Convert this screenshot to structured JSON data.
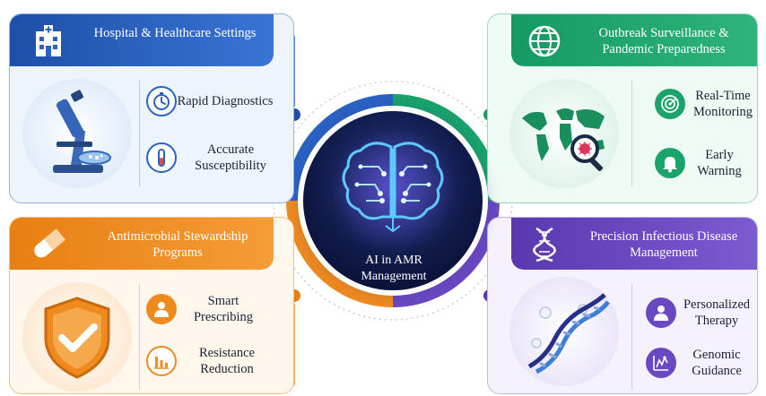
{
  "center": {
    "label": "AI in AMR Management"
  },
  "panels": [
    {
      "id": "hospital",
      "title": "Hospital & Healthcare Settings",
      "color": "#2a62c4",
      "items": [
        {
          "label": "Rapid Diagnostics",
          "icon": "stopwatch-icon"
        },
        {
          "label": "Accurate Susceptibility",
          "icon": "test-tube-icon"
        }
      ],
      "header_icon": "hospital-icon",
      "illustration": "microscope-icon"
    },
    {
      "id": "outbreak",
      "title": "Outbreak Surveillance & Pandemic Preparedness",
      "color": "#1aa36b",
      "items": [
        {
          "label": "Real-Time Monitoring",
          "icon": "radar-icon"
        },
        {
          "label": "Early Warning",
          "icon": "bell-icon"
        }
      ],
      "header_icon": "globe-icon",
      "illustration": "world-map-magnifier-icon"
    },
    {
      "id": "stewardship",
      "title": "Antimicrobial Stewardship Programs",
      "color": "#ef8a1f",
      "items": [
        {
          "label": "Smart Prescribing",
          "icon": "person-icon"
        },
        {
          "label": "Resistance Reduction",
          "icon": "bar-chart-icon"
        }
      ],
      "header_icon": "pill-icon",
      "illustration": "shield-check-icon"
    },
    {
      "id": "precision",
      "title": "Precision Infectious Disease Management",
      "color": "#6a48c2",
      "items": [
        {
          "label": "Personalized Therapy",
          "icon": "person-icon"
        },
        {
          "label": "Genomic Guidance",
          "icon": "genome-chart-icon"
        }
      ],
      "header_icon": "dna-icon",
      "illustration": "dna-helix-icon"
    }
  ]
}
